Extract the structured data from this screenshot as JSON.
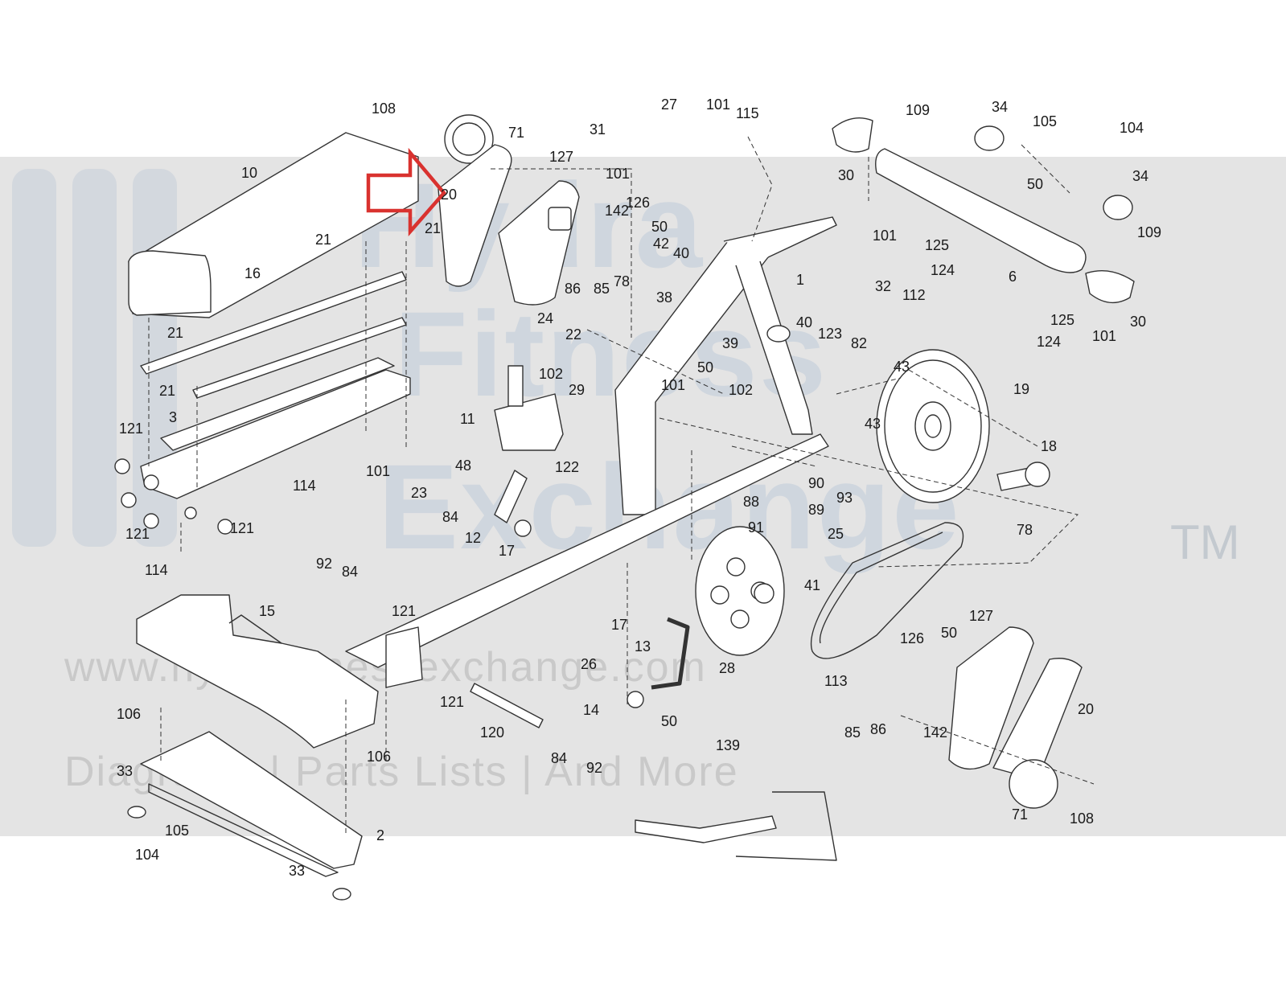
{
  "watermark": {
    "line1": "Hydra",
    "line2": "Fitness",
    "line3": "Exchange",
    "tm": "TM",
    "url": "www.hydrafitnessexchange.com",
    "tagline": "Diagrams | Parts Lists | And More"
  },
  "colors": {
    "band": "#e4e4e4",
    "watermark": "#cfd6de",
    "arrow": "#d9322f",
    "line": "#333333"
  },
  "callouts": [
    "108",
    "71",
    "10",
    "20",
    "127",
    "21",
    "21",
    "16",
    "21",
    "21",
    "3",
    "121",
    "121",
    "121",
    "114",
    "114",
    "101",
    "31",
    "27",
    "101",
    "115",
    "101",
    "142",
    "126",
    "50",
    "42",
    "40",
    "86",
    "85",
    "78",
    "38",
    "24",
    "22",
    "102",
    "29",
    "11",
    "48",
    "122",
    "23",
    "84",
    "12",
    "17",
    "1",
    "39",
    "50",
    "101",
    "102",
    "40",
    "123",
    "82",
    "43",
    "43",
    "19",
    "90",
    "89",
    "88",
    "91",
    "93",
    "25",
    "18",
    "78",
    "109",
    "34",
    "105",
    "104",
    "30",
    "50",
    "34",
    "109",
    "101",
    "125",
    "124",
    "6",
    "32",
    "112",
    "125",
    "101",
    "124",
    "30",
    "92",
    "84",
    "121",
    "15",
    "17",
    "13",
    "41",
    "28",
    "113",
    "26",
    "14",
    "50",
    "121",
    "120",
    "84",
    "92",
    "106",
    "106",
    "33",
    "105",
    "104",
    "2",
    "33",
    "126",
    "50",
    "127",
    "85",
    "86",
    "142",
    "20",
    "71",
    "108",
    "139"
  ]
}
